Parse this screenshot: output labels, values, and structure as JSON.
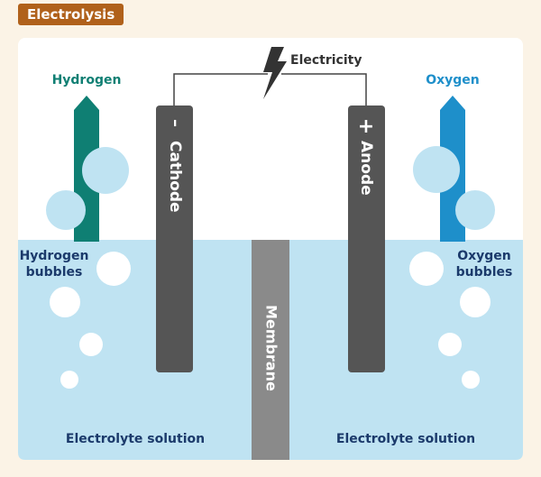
{
  "title": "Electrolysis",
  "labels": {
    "electricity": "Electricity",
    "hydrogen": "Hydrogen",
    "oxygen": "Oxygen",
    "cathode": "Cathode",
    "anode": "Anode",
    "cathode_sign": "–",
    "anode_sign": "+",
    "membrane": "Membrane",
    "hydrogen_bubbles_line1": "Hydrogen",
    "hydrogen_bubbles_line2": "bubbles",
    "oxygen_bubbles_line1": "Oxygen",
    "oxygen_bubbles_line2": "bubbles",
    "electrolyte_left": "Electrolyte solution",
    "electrolyte_right": "Electrolyte solution"
  },
  "colors": {
    "title_bg": "#b0611b",
    "hydrogen": "#0f7f73",
    "oxygen": "#1e8fca",
    "electrode": "#555555",
    "membrane": "#8a8a8a",
    "solution": "#bfe3f2",
    "text_dark": "#1b3a6b"
  },
  "icons": {
    "electricity": "lightning-bolt-icon"
  }
}
